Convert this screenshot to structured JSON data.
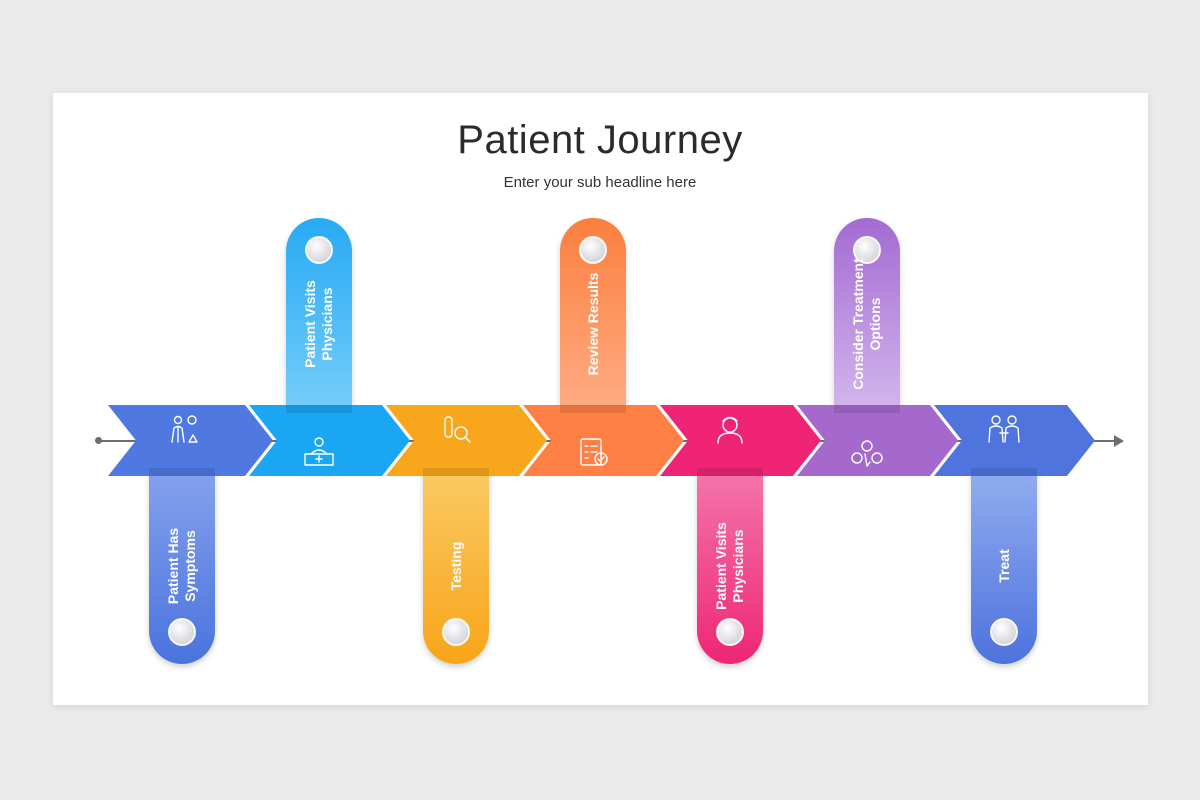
{
  "title": "Patient Journey",
  "subtitle": "Enter your sub headline here",
  "steps": [
    {
      "label": "Patient Has\nSymptoms",
      "position": "below",
      "color_top": "#8aa6ee",
      "color_bottom": "#4a73dd",
      "arrow_color": "#4f78e0",
      "icon": "symptoms-person-icon"
    },
    {
      "label": "Patient Visits\nPhysicians",
      "position": "above",
      "color_top": "#28aaf3",
      "color_bottom": "#7dd0fb",
      "arrow_color": "#1aa6f2",
      "icon": "doctor-desk-icon"
    },
    {
      "label": "Testing",
      "position": "below",
      "color_top": "#fbcd6b",
      "color_bottom": "#f8a519",
      "arrow_color": "#f8a61b",
      "icon": "test-tube-magnifier-icon"
    },
    {
      "label": "Review Results",
      "position": "above",
      "color_top": "#fa7f3f",
      "color_bottom": "#ffb189",
      "arrow_color": "#ff7f44",
      "icon": "checklist-icon"
    },
    {
      "label": "Patient Visits\nPhysicians",
      "position": "below",
      "color_top": "#f57db1",
      "color_bottom": "#ee2674",
      "arrow_color": "#ef2474",
      "icon": "nurse-icon"
    },
    {
      "label": "Consider Treatment\nOptions",
      "position": "above",
      "color_top": "#a36bd2",
      "color_bottom": "#d8bdef",
      "arrow_color": "#a568cd",
      "icon": "abc-choice-icon"
    },
    {
      "label": "Treat",
      "position": "below",
      "color_top": "#98b3f2",
      "color_bottom": "#4d72dd",
      "arrow_color": "#4f74de",
      "icon": "doctor-patient-icon"
    }
  ]
}
